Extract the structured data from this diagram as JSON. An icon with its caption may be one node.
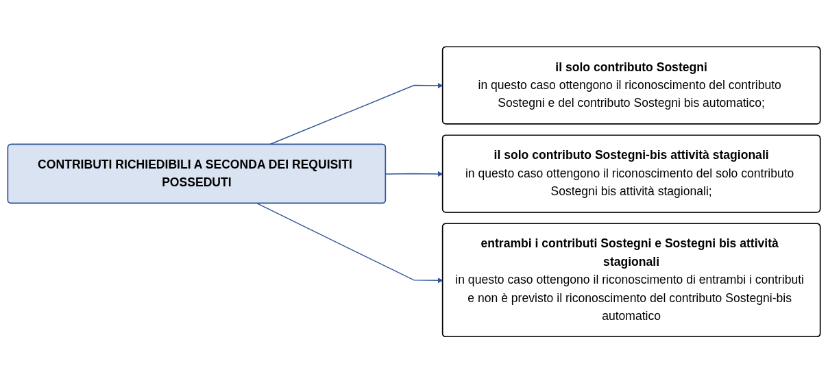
{
  "diagram": {
    "nodes": [
      {
        "text": [
          "CONTRIBUTI RICHIEDIBILI A SECONDA DEI REQUISITI POSSEDUTI"
        ]
      },
      {
        "text": [
          "il solo contributo Sostegni",
          "in questo caso ottengono il riconoscimento del contributo Sostegni e del contributo Sostegni bis automatico;"
        ]
      },
      {
        "text": [
          "il solo contributo Sostegni-bis attività stagionali",
          "in questo caso ottengono il riconoscimento del solo contributo Sostegni bis attività stagionali;"
        ]
      },
      {
        "text": [
          "entrambi i contributi Sostegni e Sostegni bis attività stagionali",
          "in questo caso ottengono il riconoscimento di entrambi i contributi e non è previsto il riconoscimento del contributo Sostegni-bis automatico"
        ]
      }
    ],
    "edges": [
      {
        "from": 0,
        "to": 1,
        "arrow": "to"
      },
      {
        "from": 0,
        "to": 2,
        "arrow": "to"
      },
      {
        "from": 0,
        "to": 3,
        "arrow": "to"
      }
    ]
  }
}
